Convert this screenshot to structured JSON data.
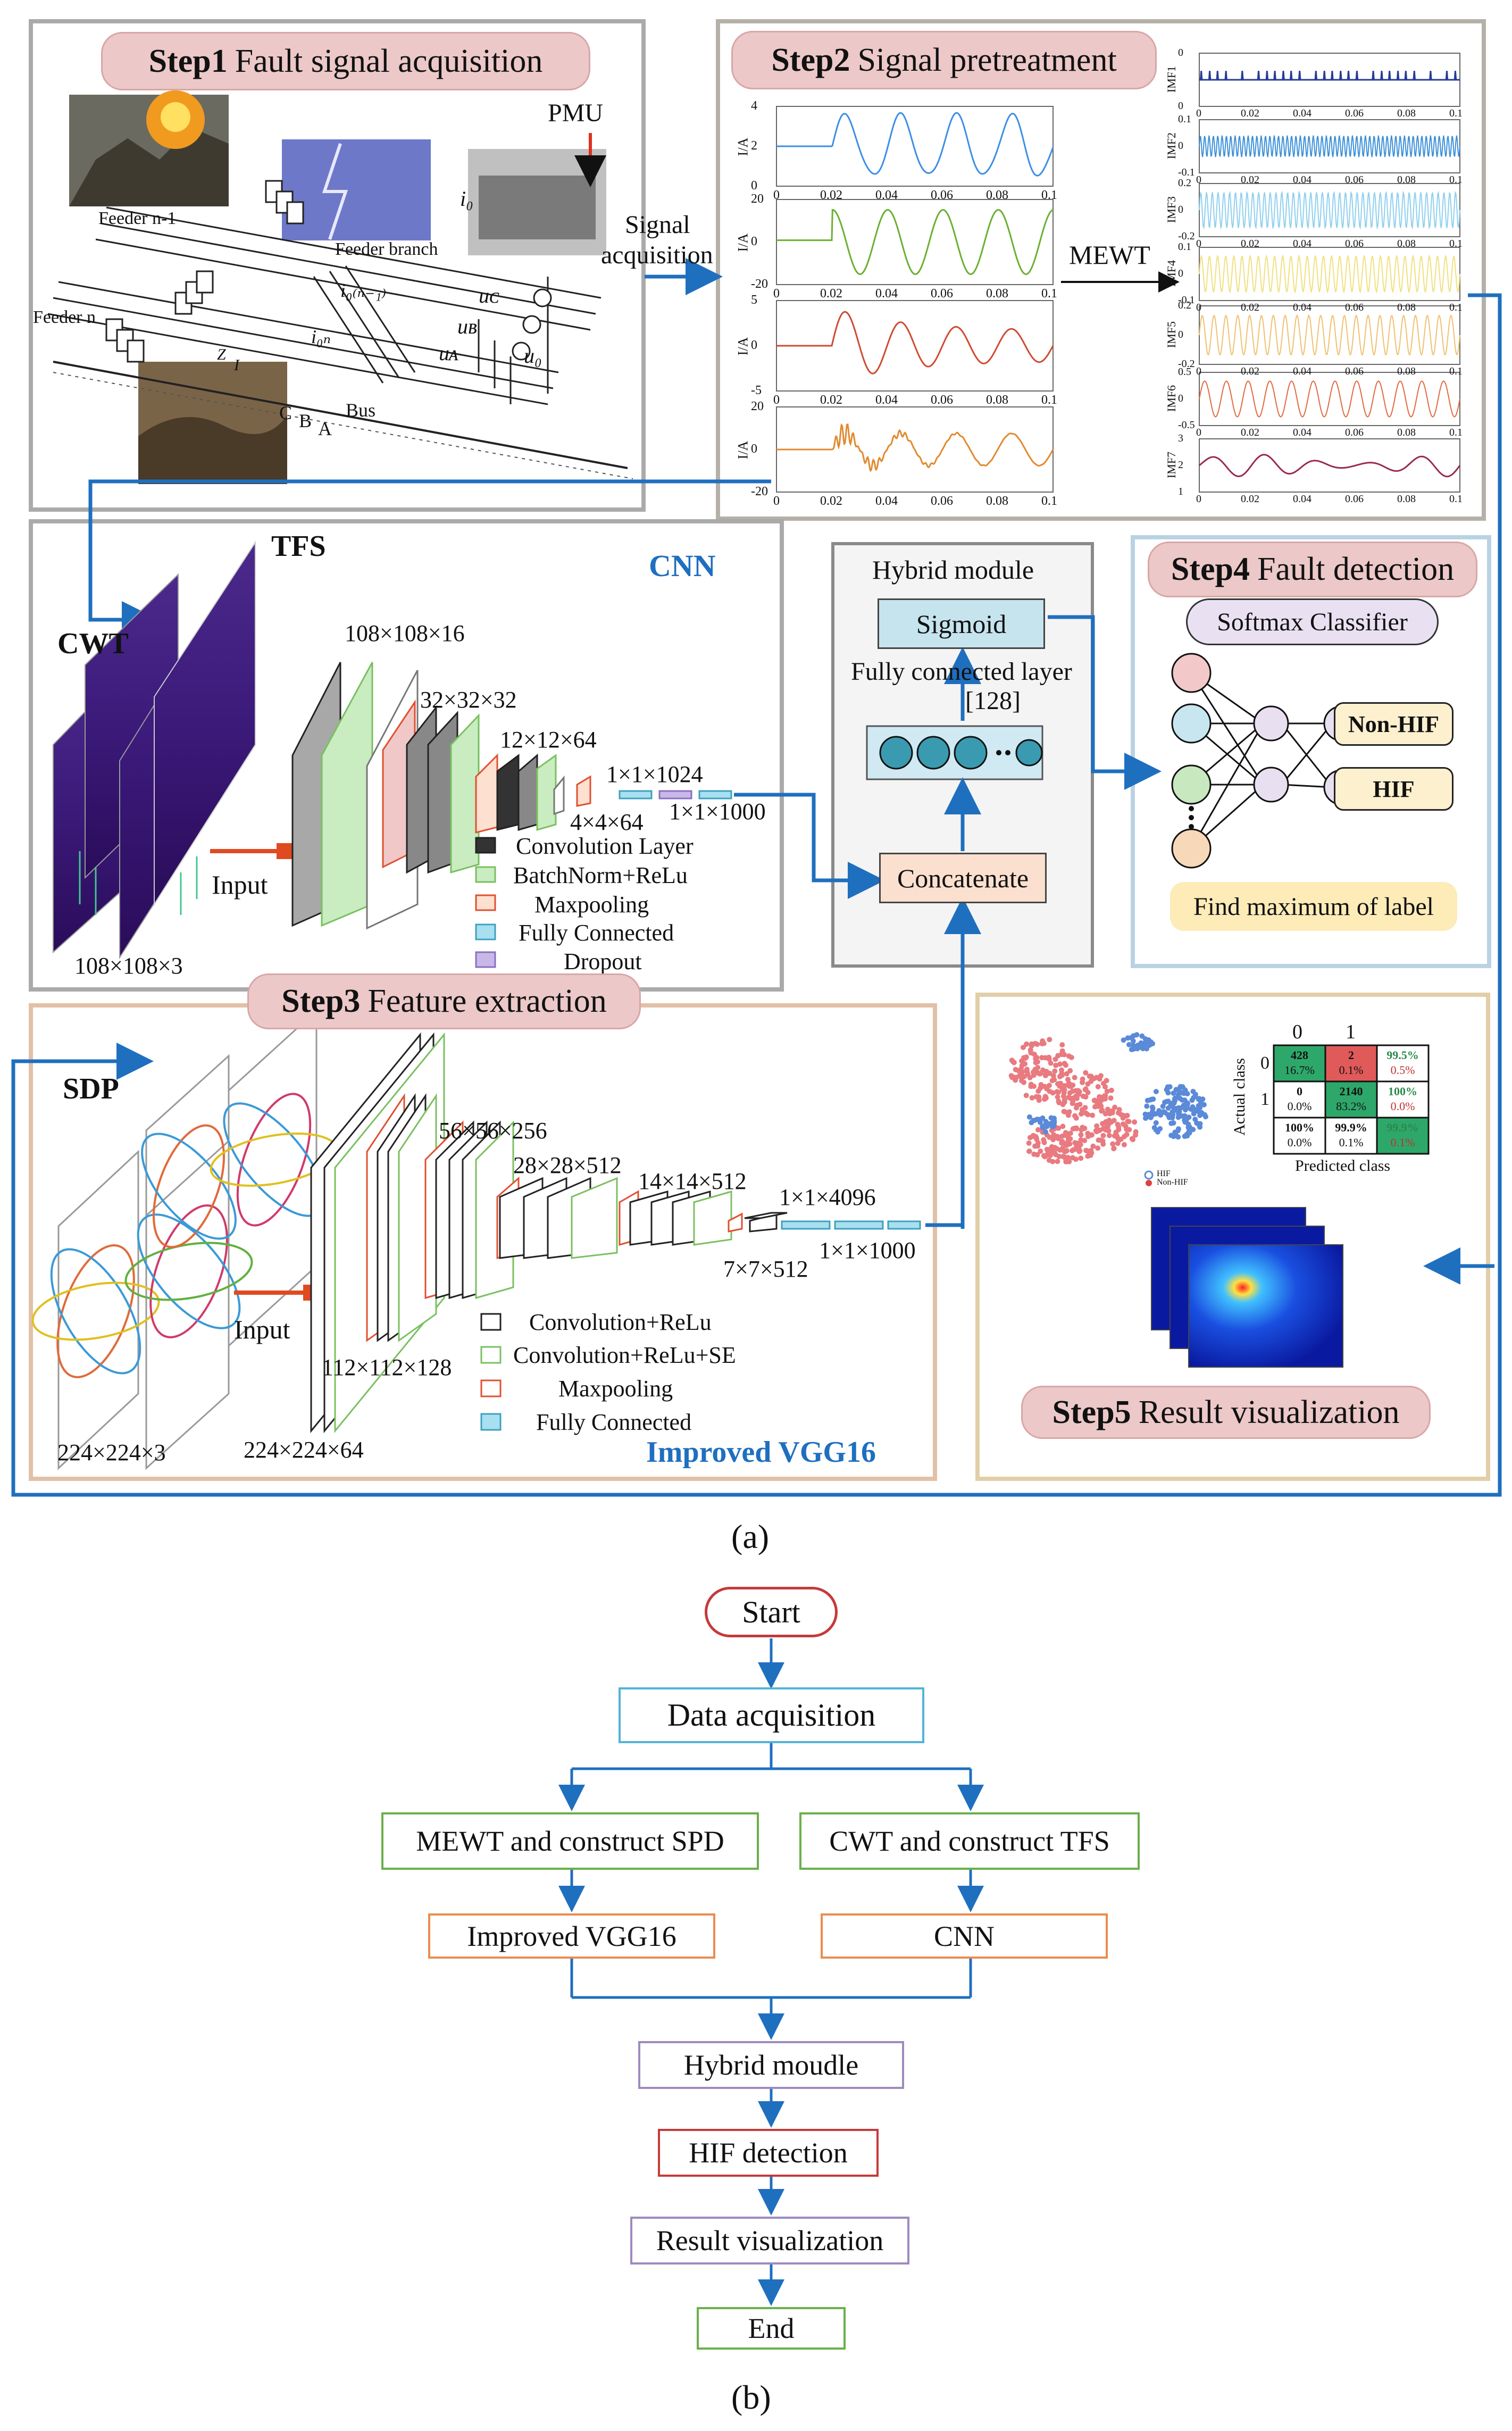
{
  "step1": {
    "bold": "Step1",
    "text": "Fault signal acquisition",
    "labels": {
      "pmu": "PMU",
      "feeder_n1": "Feeder n-1",
      "feeder_branch": "Feeder branch",
      "feeder_n": "Feeder n",
      "bus": "Bus",
      "phase_c": "C",
      "phase_b": "B",
      "phase_a": "A",
      "i0": "i₀",
      "i0n1": "i₀₍ₙ₋₁₎",
      "i0n": "i₀ₙ",
      "uc": "uᴄ",
      "ub": "uʙ",
      "ua": "uᴀ",
      "u0": "u₀",
      "zf": "Z",
      "if": "I"
    }
  },
  "signal_acquisition": {
    "line1": "Signal",
    "line2": "acquisition"
  },
  "step2": {
    "bold": "Step2",
    "text": "Signal pretreatment",
    "ylabel": "I/A",
    "mewt": "MEWT",
    "xticks": [
      "0",
      "0.02",
      "0.04",
      "0.06",
      "0.08",
      "0.1"
    ],
    "left_yticks": [
      [
        "4",
        "2",
        "0"
      ],
      [
        "20",
        "0",
        "-20"
      ],
      [
        "5",
        "0",
        "-5"
      ],
      [
        "20",
        "0",
        "-20"
      ]
    ],
    "imf_labels": [
      "IMF1",
      "IMF2",
      "IMF3",
      "IMF4",
      "IMF5",
      "IMF6",
      "IMF7"
    ],
    "imf_yticks": [
      [
        "0",
        "0"
      ],
      [
        "0.1",
        "0",
        "-0.1"
      ],
      [
        "0.2",
        "0",
        "-0.2"
      ],
      [
        "0.1",
        "0",
        "-0.1"
      ],
      [
        "0.2",
        "0",
        "-0.2"
      ],
      [
        "0.5",
        "0",
        "-0.5"
      ],
      [
        "3",
        "2",
        "1"
      ]
    ]
  },
  "cnn_panel": {
    "tfs": "TFS",
    "cwt": "CWT",
    "cnn": "CNN",
    "input": "Input",
    "dims": {
      "d108x16": "108×108×16",
      "d32": "32×32×32",
      "d12": "12×12×64",
      "d4": "4×4×64",
      "d1024": "1×1×1024",
      "d1000": "1×1×1000",
      "d108x3": "108×108×3"
    },
    "legend": [
      "Convolution Layer",
      "BatchNorm+ReLu",
      "Maxpooling",
      "Fully Connected",
      "Dropout"
    ]
  },
  "hybrid": {
    "title": "Hybrid module",
    "sigmoid": "Sigmoid",
    "fc_line1": "Fully connected layer",
    "fc_line2": "[128]",
    "concatenate": "Concatenate"
  },
  "step4": {
    "bold": "Step4",
    "text": "Fault detection",
    "softmax": "Softmax Classifier",
    "non_hif": "Non-HIF",
    "hif": "HIF",
    "find_max": "Find maximum of label"
  },
  "step3": {
    "bold": "Step3",
    "text": "Feature extraction",
    "sdp": "SDP",
    "input": "Input",
    "dims": {
      "d56": "56×56×256",
      "d28": "28×28×512",
      "d14": "14×14×512",
      "d4096": "1×1×4096",
      "d1000": "1×1×1000",
      "d7": "7×7×512",
      "d112": "112×112×128",
      "d224x3": "224×224×3",
      "d224x64": "224×224×64"
    },
    "legend": [
      "Convolution+ReLu",
      "Convolution+ReLu+SE",
      "Maxpooling",
      "Fully Connected"
    ],
    "vgg": "Improved VGG16"
  },
  "step5": {
    "bold": "Step5",
    "text": "Result visualization",
    "cm_cols": [
      "0",
      "1"
    ],
    "cm_rows": [
      "0",
      "1"
    ],
    "cm_ylabel": "Actual class",
    "cm_xlabel": "Predicted class",
    "cm": [
      [
        "428",
        "16.7%"
      ],
      [
        "2",
        "0.1%"
      ],
      [
        "99.5%",
        "0.5%"
      ],
      [
        "0",
        "0.0%"
      ],
      [
        "2140",
        "83.2%"
      ],
      [
        "100%",
        "0.0%"
      ],
      [
        "100%",
        "0.0%"
      ],
      [
        "99.9%",
        "0.1%"
      ],
      [
        "99.9%",
        "0.1%"
      ]
    ],
    "legend_hif": "HIF",
    "legend_nonhif": "Non-HIF"
  },
  "caption_a": "(a)",
  "flow": {
    "start": "Start",
    "data": "Data acquisition",
    "mewt": "MEWT and construct SPD",
    "cwt": "CWT and construct TFS",
    "vgg": "Improved VGG16",
    "cnn": "CNN",
    "hybrid": "Hybrid moudle",
    "hif": "HIF detection",
    "result": "Result visualization",
    "end": "End"
  },
  "caption_b": "(b)"
}
